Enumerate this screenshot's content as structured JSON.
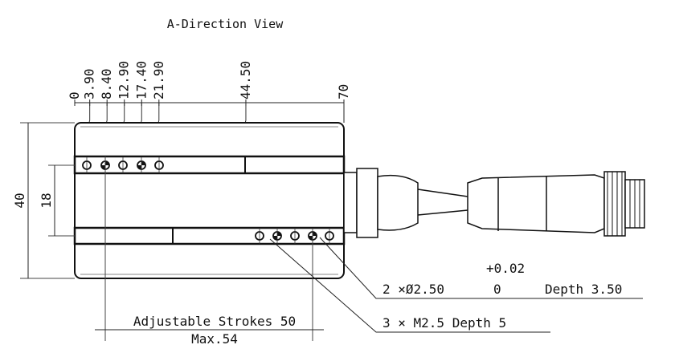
{
  "title": "A-Direction View",
  "top_dimensions": [
    "0",
    "3.90",
    "8.40",
    "12.90",
    "17.40",
    "21.90",
    "44.50",
    "70"
  ],
  "left_dimensions": {
    "overall_height": "40",
    "rail_spacing": "18"
  },
  "callouts": {
    "pin_hole": {
      "text": "2 ×Ø2.50",
      "tol_upper": "+0.02",
      "tol_lower": "0",
      "depth": "Depth 3.50"
    },
    "thread": "3 × M2.5 Depth 5"
  },
  "stroke": {
    "label": "Adjustable Strokes 50",
    "max": "Max.54"
  }
}
